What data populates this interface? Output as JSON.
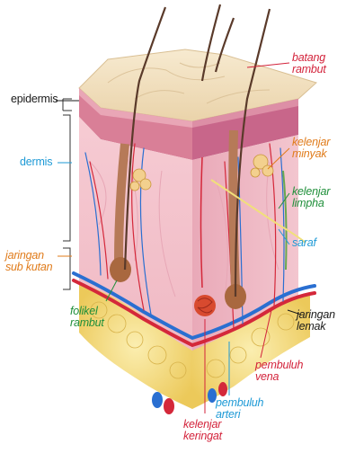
{
  "labels": {
    "epidermis": "epidermis",
    "dermis": "dermis",
    "jaringan_sub_kutan": "jaringan\nsub kutan",
    "batang_rambut": "batang\nrambut",
    "kelenjar_minyak": "kelenjar\nminyak",
    "kelenjar_limpha": "kelenjar\nlimpha",
    "saraf": "saraf",
    "folikel_rambut": "folikel\nrambut",
    "jaringan_lemak": "jaringan\nlemak",
    "pembuluh_vena": "pembuluh\nvena",
    "pembuluh_arteri": "pembuluh\narteri",
    "kelenjar_keringat": "kelenjar\nkeringat"
  },
  "colors": {
    "black": "#1a1a1a",
    "blue": "#1e9ad6",
    "orange": "#e07b1a",
    "red": "#d3233b",
    "green": "#1f8f3a",
    "skin_top": "#f3e3c3",
    "epidermis_band": "#c96f8c",
    "dermis": "#f2bfc9",
    "fat": "#f3dc7a"
  }
}
